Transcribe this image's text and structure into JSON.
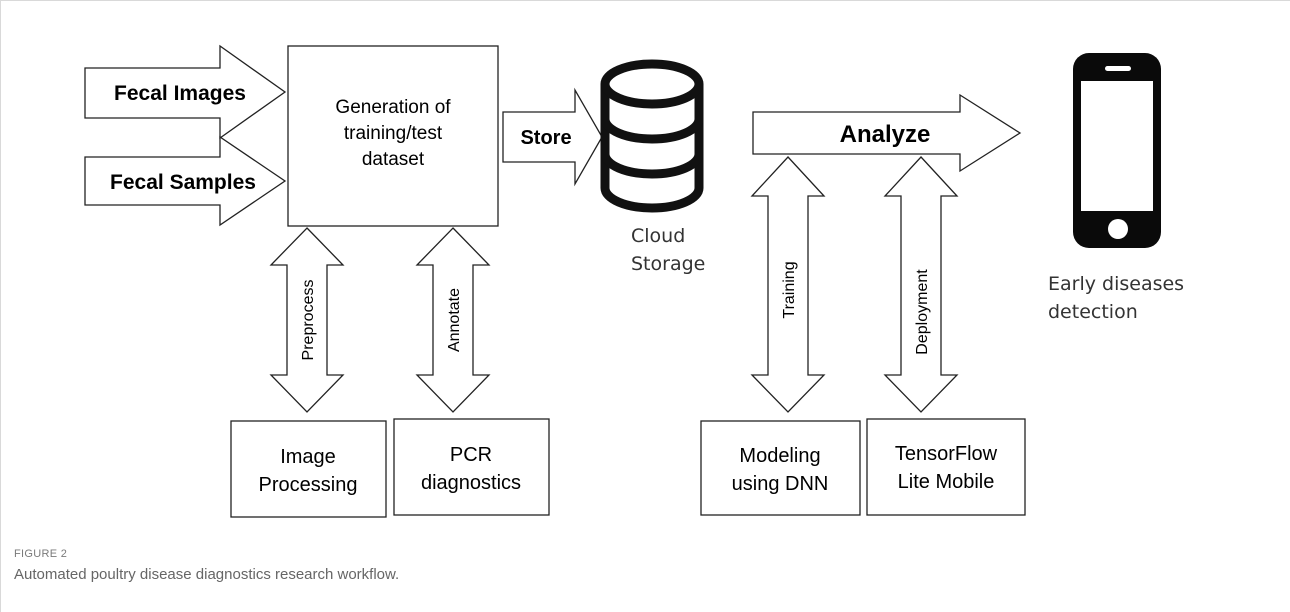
{
  "diagram": {
    "inputs": [
      "Fecal Images",
      "Fecal Samples"
    ],
    "generation_box": [
      "Generation of",
      "training/test",
      "dataset"
    ],
    "store_label": "Store",
    "cloud_label": [
      "Cloud",
      "Storage"
    ],
    "analyze_label": "Analyze",
    "phone_label": [
      "Early diseases",
      "detection"
    ],
    "vertical_arrows": {
      "preprocess": "Preprocess",
      "annotate": "Annotate",
      "training": "Training",
      "deployment": "Deployment"
    },
    "bottom_boxes": {
      "image_processing": [
        "Image",
        "Processing"
      ],
      "pcr": [
        "PCR",
        "diagnostics"
      ],
      "modeling": [
        "Modeling",
        "using DNN"
      ],
      "tensorflow": [
        "TensorFlow",
        "Lite Mobile"
      ]
    }
  },
  "caption": {
    "label": "FIGURE 2",
    "text": "Automated poultry disease diagnostics research workflow."
  },
  "colors": {
    "line": "#222222",
    "text": "#000000",
    "phone": "#0a0a0a",
    "caption_border": "#d9d9d9"
  }
}
